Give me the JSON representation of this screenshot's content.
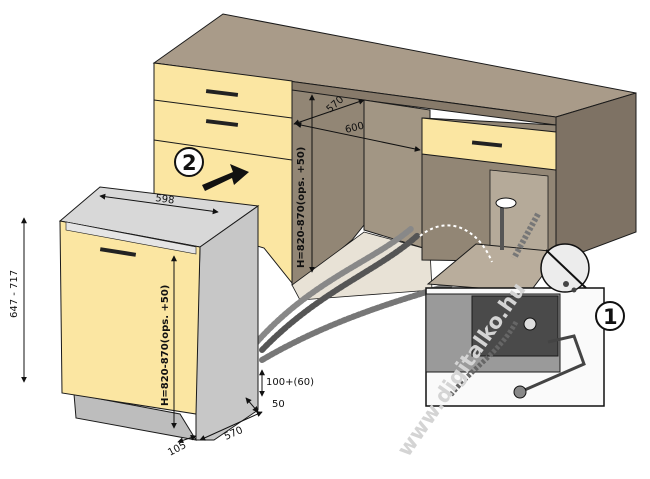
{
  "step_markers": {
    "step_2": "2",
    "step_1": "1"
  },
  "dimensions": {
    "cabinet_depth": "570",
    "cabinet_width": "600",
    "cabinet_height": "H=820-870(ops. +50)",
    "appliance_width": "598",
    "appliance_height": "647 - 717",
    "door_height": "H=820-870(ops. +50)",
    "plinth_height": "100+(60)",
    "plinth_offset": "50",
    "base_depth": "570",
    "base_offset": "105"
  },
  "watermark": "www.digitalko.hu",
  "colors": {
    "countertop": "#9d8f7e",
    "cabinet_body": "#928675",
    "cabinet_front": "#fbe6a2",
    "appliance_side": "#c7c7c7",
    "outline": "#1a1a1a"
  }
}
